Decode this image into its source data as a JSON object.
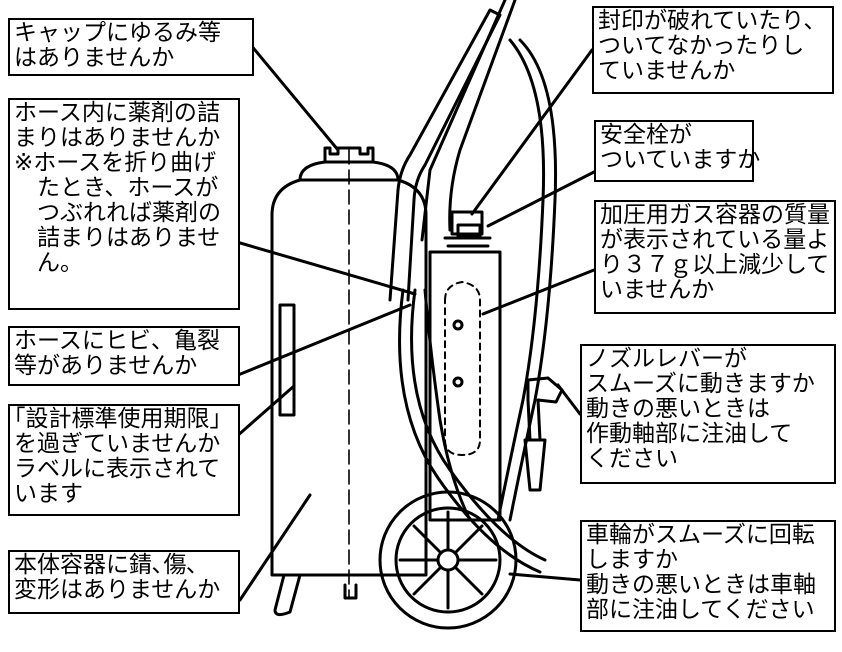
{
  "callouts": {
    "cap": {
      "lines": [
        "キャップにゆるみ等",
        "はありませんか"
      ]
    },
    "hose_blockage": {
      "lines": [
        "ホース内に薬剤の詰",
        "まりはありませんか",
        "※ホースを折り曲げ",
        "　たとき、ホースが",
        "　つぶれれば薬剤の",
        "　詰まりはありませ",
        "　ん。"
      ]
    },
    "hose_crack": {
      "lines": [
        "ホースにヒビ、亀裂",
        "等がありませんか"
      ]
    },
    "expiry": {
      "lines": [
        "｢設計標準使用期限｣",
        "を過ぎていませんか",
        "ラベルに表示されて",
        "います"
      ]
    },
    "body": {
      "lines": [
        "本体容器に錆､傷､",
        "変形はありませんか"
      ]
    },
    "seal": {
      "lines": [
        "封印が破れていたり、",
        "ついてなかったりし",
        "ていませんか"
      ]
    },
    "safety_pin": {
      "lines": [
        "安全栓が",
        "ついていますか"
      ]
    },
    "gas_cylinder": {
      "lines": [
        "加圧用ガス容器の質量",
        "が表示されている量よ",
        "り３７ｇ以上減少して",
        "いませんか"
      ]
    },
    "nozzle_lever": {
      "lines": [
        "ノズルレバーが",
        "スムーズに動きますか",
        "動きの悪いときは",
        "作動軸部に注油して",
        "ください"
      ]
    },
    "wheel": {
      "lines": [
        "車輪がスムーズに回転",
        "しますか",
        "動きの悪いときは車軸",
        "部に注油してください"
      ]
    }
  }
}
